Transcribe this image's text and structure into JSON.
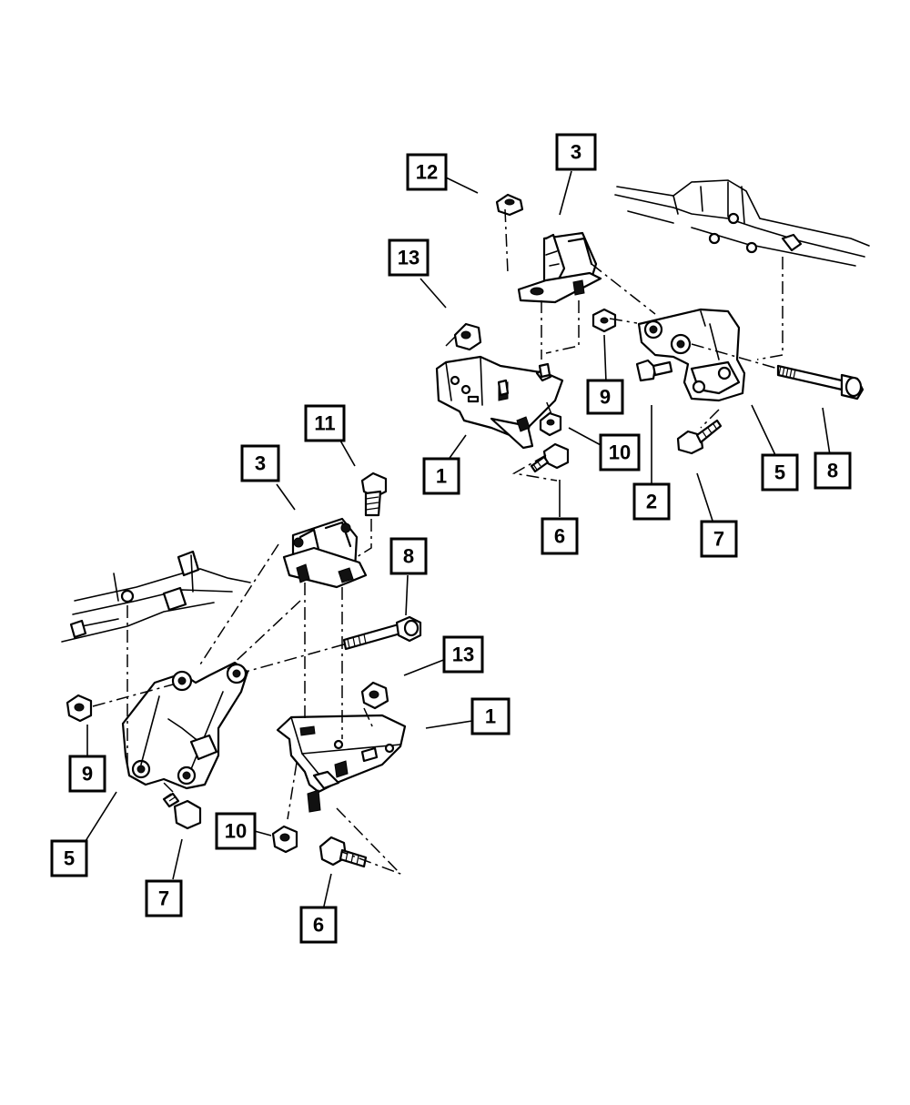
{
  "diagram": {
    "callouts": [
      {
        "id": "c3-upper",
        "label": "3"
      },
      {
        "id": "c12",
        "label": "12"
      },
      {
        "id": "c13-upper",
        "label": "13"
      },
      {
        "id": "c9-upper",
        "label": "9"
      },
      {
        "id": "c1-upper",
        "label": "1"
      },
      {
        "id": "c10-upper",
        "label": "10"
      },
      {
        "id": "c6-upper",
        "label": "6"
      },
      {
        "id": "c2",
        "label": "2"
      },
      {
        "id": "c7-upper",
        "label": "7"
      },
      {
        "id": "c5-upper",
        "label": "5"
      },
      {
        "id": "c8-upper",
        "label": "8"
      },
      {
        "id": "c11",
        "label": "11"
      },
      {
        "id": "c3-lower",
        "label": "3"
      },
      {
        "id": "c8-lower",
        "label": "8"
      },
      {
        "id": "c13-lower",
        "label": "13"
      },
      {
        "id": "c1-lower",
        "label": "1"
      },
      {
        "id": "c9-lower",
        "label": "9"
      },
      {
        "id": "c5-lower",
        "label": "5"
      },
      {
        "id": "c10-lower",
        "label": "10"
      },
      {
        "id": "c7-lower",
        "label": "7"
      },
      {
        "id": "c6-lower",
        "label": "6"
      }
    ]
  }
}
